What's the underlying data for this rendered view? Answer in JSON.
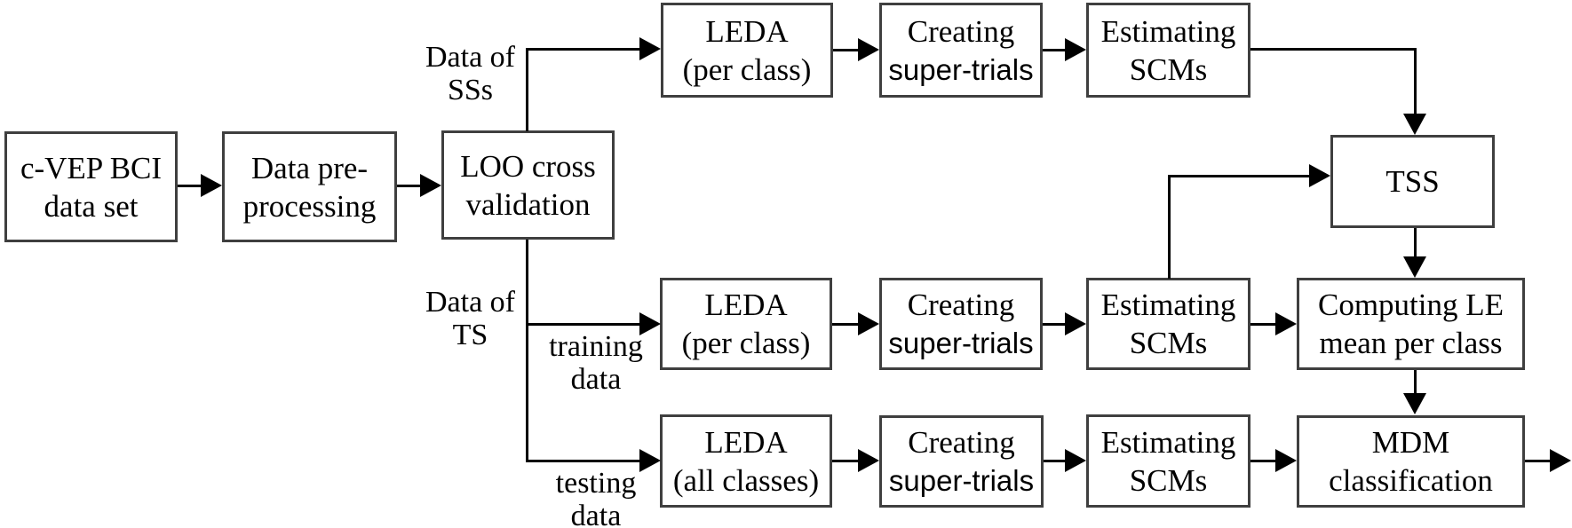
{
  "colors": {
    "box_border": "#3f3f3f",
    "connector": "#000000",
    "text": "#000000",
    "background": "#ffffff"
  },
  "nodes": {
    "dataset": {
      "line1": "c-VEP BCI",
      "line2": "data set"
    },
    "preprocess": {
      "line1": "Data pre-",
      "line2": "processing"
    },
    "loo": {
      "line1": "LOO cross",
      "line2": "validation"
    },
    "leda_ss": {
      "line1": "LEDA",
      "line2": "(per class)"
    },
    "supertrials_ss": {
      "line1": "Creating",
      "line2": "super-trials"
    },
    "scms_ss": {
      "line1": "Estimating",
      "line2": "SCMs"
    },
    "tss": {
      "line1": "TSS"
    },
    "leda_train": {
      "line1": "LEDA",
      "line2": "(per class)"
    },
    "supertrials_train": {
      "line1": "Creating",
      "line2": "super-trials"
    },
    "scms_train": {
      "line1": "Estimating",
      "line2": "SCMs"
    },
    "le_mean": {
      "line1": "Computing LE",
      "line2": "mean per class"
    },
    "leda_test": {
      "line1": "LEDA",
      "line2": "(all classes)"
    },
    "supertrials_test": {
      "line1": "Creating",
      "line2": "super-trials"
    },
    "scms_test": {
      "line1": "Estimating",
      "line2": "SCMs"
    },
    "mdm": {
      "line1": "MDM",
      "line2": "classification"
    }
  },
  "edge_labels": {
    "data_of_sss": {
      "line1": "Data of",
      "line2": "SSs"
    },
    "data_of_ts": {
      "line1": "Data of",
      "line2": "TS"
    },
    "training_data": {
      "line1": "training",
      "line2": "data"
    },
    "testing_data": {
      "line1": "testing",
      "line2": "data"
    }
  }
}
